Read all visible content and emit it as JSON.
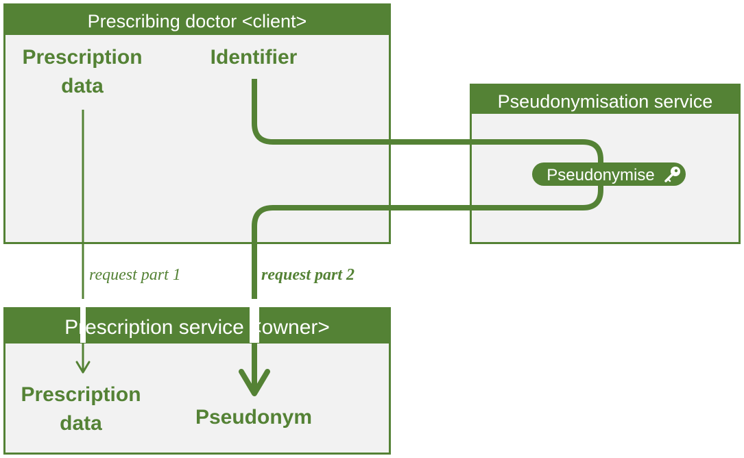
{
  "boxes": {
    "client": {
      "title": "Prescribing doctor <client>"
    },
    "pseudonymisation": {
      "title": "Pseudonymisation service"
    },
    "owner": {
      "title": "Prescription service <owner>"
    }
  },
  "client_items": {
    "prescription_line1": "Prescription",
    "prescription_line2": "data",
    "identifier": "Identifier"
  },
  "owner_items": {
    "prescription_line1": "Prescription",
    "prescription_line2": "data",
    "pseudonym": "Pseudonym"
  },
  "operation": {
    "label": "Pseudonymise",
    "icon": "key-icon"
  },
  "requests": {
    "part1": "request part 1",
    "part2": "request part 2"
  },
  "colors": {
    "green": "#548235",
    "panel": "#f2f2f2",
    "white": "#ffffff"
  }
}
